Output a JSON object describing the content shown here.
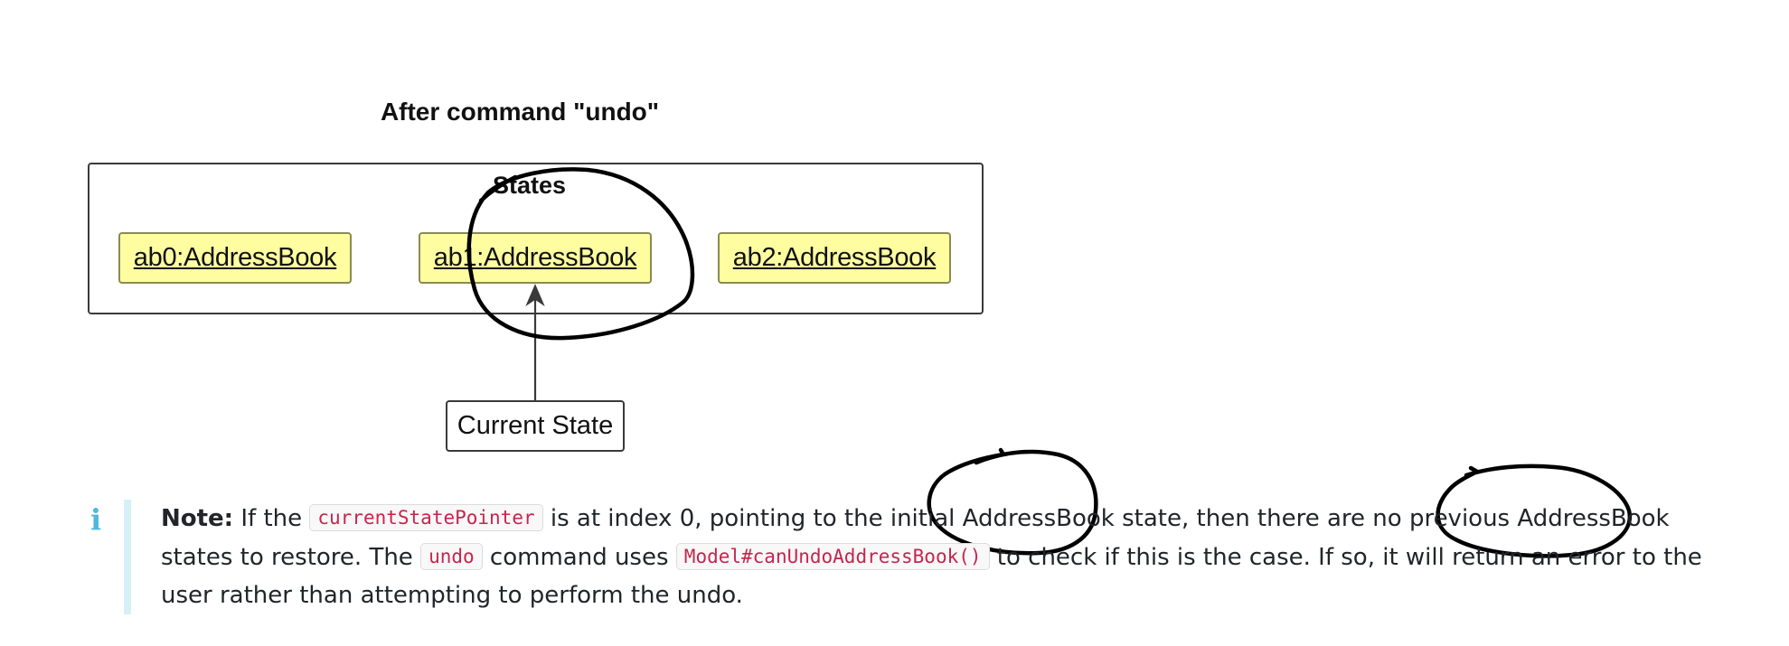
{
  "diagram": {
    "title": "After command \"undo\"",
    "package_label": "States",
    "objects": [
      {
        "label": "ab0:AddressBook"
      },
      {
        "label": "ab1:AddressBook"
      },
      {
        "label": "ab2:AddressBook"
      }
    ],
    "pointer_label": "Current State",
    "colors": {
      "object_fill": "#fefea0",
      "object_border": "#8a8a52",
      "annotation_stroke": "#000000"
    }
  },
  "note": {
    "icon": "info-icon",
    "label": "Note:",
    "segments": {
      "s1": "If the",
      "code1": "currentStatePointer",
      "s2": "is at index 0, pointing to the initial AddressBook state, then there are no previous AddressBook states to restore. The",
      "code2": "undo",
      "s3": "command uses",
      "code3": "Model#canUndoAddressBook()",
      "s4": "to check if this is the case. If so, it will return an error to the user rather than attempting to perform the undo."
    },
    "colors": {
      "accent_bar": "#d6f0f8",
      "icon": "#4fb8dd",
      "code_text": "#c7254e"
    }
  }
}
